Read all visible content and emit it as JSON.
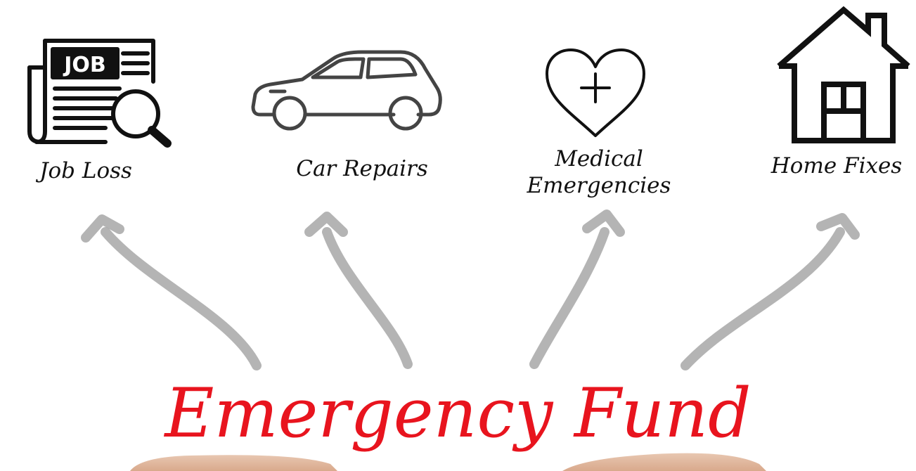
{
  "title": "Emergency Fund",
  "title_color": "#e8141e",
  "arrow_color": "#a7a7a7",
  "items": [
    {
      "label": "Job Loss",
      "icon": "job-search-icon",
      "icon_text": "JOB"
    },
    {
      "label": "Car Repairs",
      "icon": "car-icon"
    },
    {
      "label_lines": [
        "Medical",
        "Emergencies"
      ],
      "icon": "heart-plus-icon"
    },
    {
      "label": "Home Fixes",
      "icon": "house-icon"
    }
  ]
}
